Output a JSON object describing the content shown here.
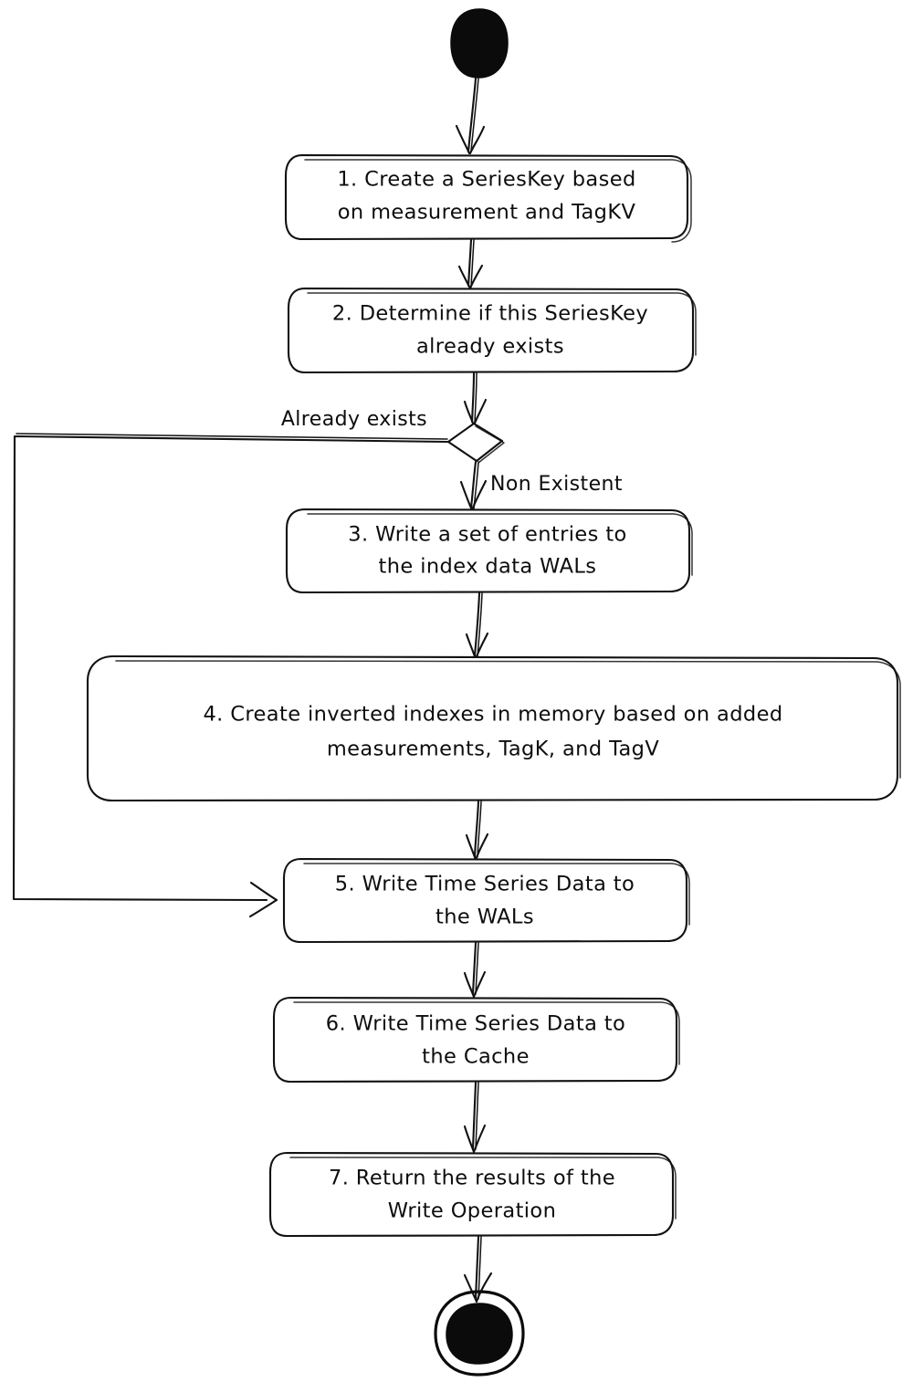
{
  "diagram": {
    "type": "flowchart",
    "orientation": "top-to-bottom",
    "background_color": "#ffffff",
    "stroke_color": "#111111",
    "style": "hand-drawn",
    "start_node": {
      "label": "",
      "shape": "filled-circle"
    },
    "end_node": {
      "label": "",
      "shape": "double-circle"
    },
    "nodes": [
      {
        "id": "n1",
        "shape": "rounded-rect",
        "lines": [
          "1. Create a SeriesKey based",
          "on measurement and TagKV"
        ]
      },
      {
        "id": "n2",
        "shape": "rounded-rect",
        "lines": [
          "2. Determine if this SeriesKey",
          "already exists"
        ]
      },
      {
        "id": "d1",
        "shape": "diamond",
        "lines": [
          ""
        ]
      },
      {
        "id": "n3",
        "shape": "rounded-rect",
        "lines": [
          "3. Write a set of entries to",
          "the index data WALs"
        ]
      },
      {
        "id": "n4",
        "shape": "rounded-rect",
        "lines": [
          "4. Create inverted indexes in memory based on added",
          "measurements, TagK, and TagV"
        ]
      },
      {
        "id": "n5",
        "shape": "rounded-rect",
        "lines": [
          "5. Write Time Series Data to",
          "the WALs"
        ]
      },
      {
        "id": "n6",
        "shape": "rounded-rect",
        "lines": [
          "6. Write Time Series Data to",
          "the Cache"
        ]
      },
      {
        "id": "n7",
        "shape": "rounded-rect",
        "lines": [
          "7. Return the results of the",
          "Write Operation"
        ]
      }
    ],
    "edges": [
      {
        "id": "e0",
        "from": "start",
        "to": "n1",
        "label": ""
      },
      {
        "id": "e1",
        "from": "n1",
        "to": "n2",
        "label": ""
      },
      {
        "id": "e2",
        "from": "n2",
        "to": "d1",
        "label": ""
      },
      {
        "id": "e3",
        "from": "d1",
        "to": "n5",
        "label": "Already exists"
      },
      {
        "id": "e4",
        "from": "d1",
        "to": "n3",
        "label": "Non Existent"
      },
      {
        "id": "e5",
        "from": "n3",
        "to": "n4",
        "label": ""
      },
      {
        "id": "e6",
        "from": "n4",
        "to": "n5",
        "label": ""
      },
      {
        "id": "e7",
        "from": "n5",
        "to": "n6",
        "label": ""
      },
      {
        "id": "e8",
        "from": "n6",
        "to": "n7",
        "label": ""
      },
      {
        "id": "e9",
        "from": "n7",
        "to": "end",
        "label": ""
      }
    ]
  }
}
